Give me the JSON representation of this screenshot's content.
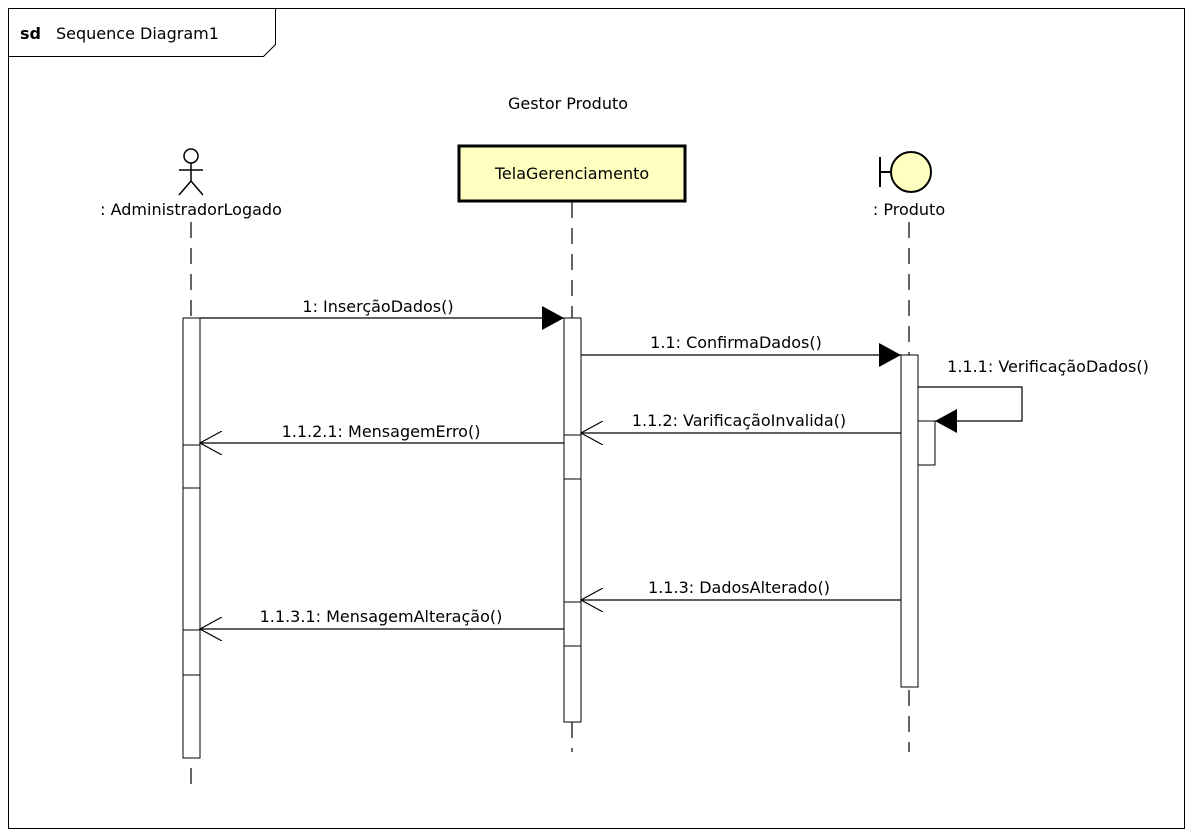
{
  "frame": {
    "keyword": "sd",
    "title": "Sequence Diagram1"
  },
  "subtitle": "Gestor Produto",
  "lifelines": [
    {
      "id": "admin",
      "label": ": AdministradorLogado",
      "kind": "actor"
    },
    {
      "id": "tela",
      "label": "TelaGerenciamento",
      "kind": "object"
    },
    {
      "id": "produto",
      "label": ": Produto",
      "kind": "boundary"
    }
  ],
  "messages": [
    {
      "label": "1: InserçãoDados()",
      "from": "admin",
      "to": "tela",
      "type": "sync"
    },
    {
      "label": "1.1: ConfirmaDados()",
      "from": "tela",
      "to": "produto",
      "type": "sync"
    },
    {
      "label": "1.1.1: VerificaçãoDados()",
      "from": "produto",
      "to": "produto",
      "type": "self"
    },
    {
      "label": "1.1.2: VarificaçãoInvalida()",
      "from": "produto",
      "to": "tela",
      "type": "reply"
    },
    {
      "label": "1.1.2.1: MensagemErro()",
      "from": "tela",
      "to": "admin",
      "type": "reply"
    },
    {
      "label": "1.1.3: DadosAlterado()",
      "from": "produto",
      "to": "tela",
      "type": "reply"
    },
    {
      "label": "1.1.3.1: MensagemAlteração()",
      "from": "tela",
      "to": "admin",
      "type": "reply"
    }
  ],
  "colors": {
    "object_fill": "#ffffc0",
    "boundary_fill": "#ffffc0",
    "line": "#000000",
    "background": "#ffffff"
  }
}
